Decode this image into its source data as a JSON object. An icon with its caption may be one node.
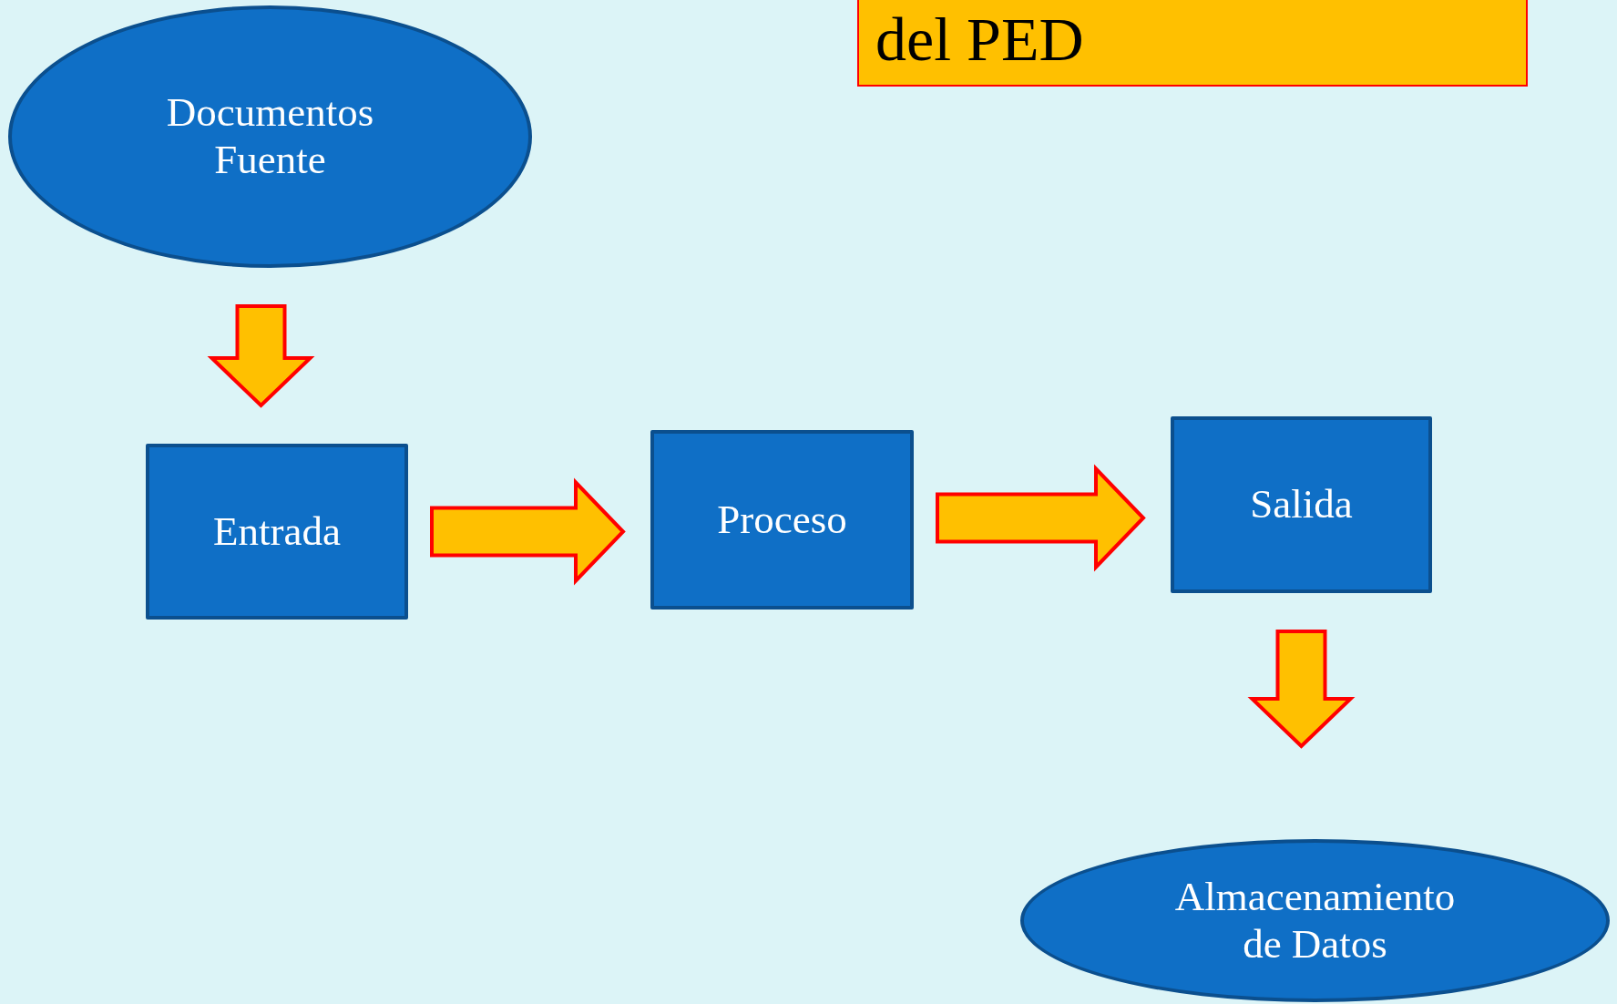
{
  "diagram": {
    "nodes": [
      {
        "text": [
          "del PED"
        ]
      },
      {
        "text": [
          "Documentos Fuente"
        ]
      },
      {
        "text": [
          "Entrada"
        ]
      },
      {
        "text": [
          "Proceso"
        ]
      },
      {
        "text": [
          "Salida"
        ]
      },
      {
        "text": [
          "Almacenamiento de Datos"
        ]
      }
    ],
    "edges": [
      {
        "from": 1,
        "to": 2,
        "arrow": "to"
      },
      {
        "from": 2,
        "to": 3,
        "arrow": "to"
      },
      {
        "from": 3,
        "to": 4,
        "arrow": "to"
      },
      {
        "from": 4,
        "to": 5,
        "arrow": "to"
      }
    ]
  }
}
